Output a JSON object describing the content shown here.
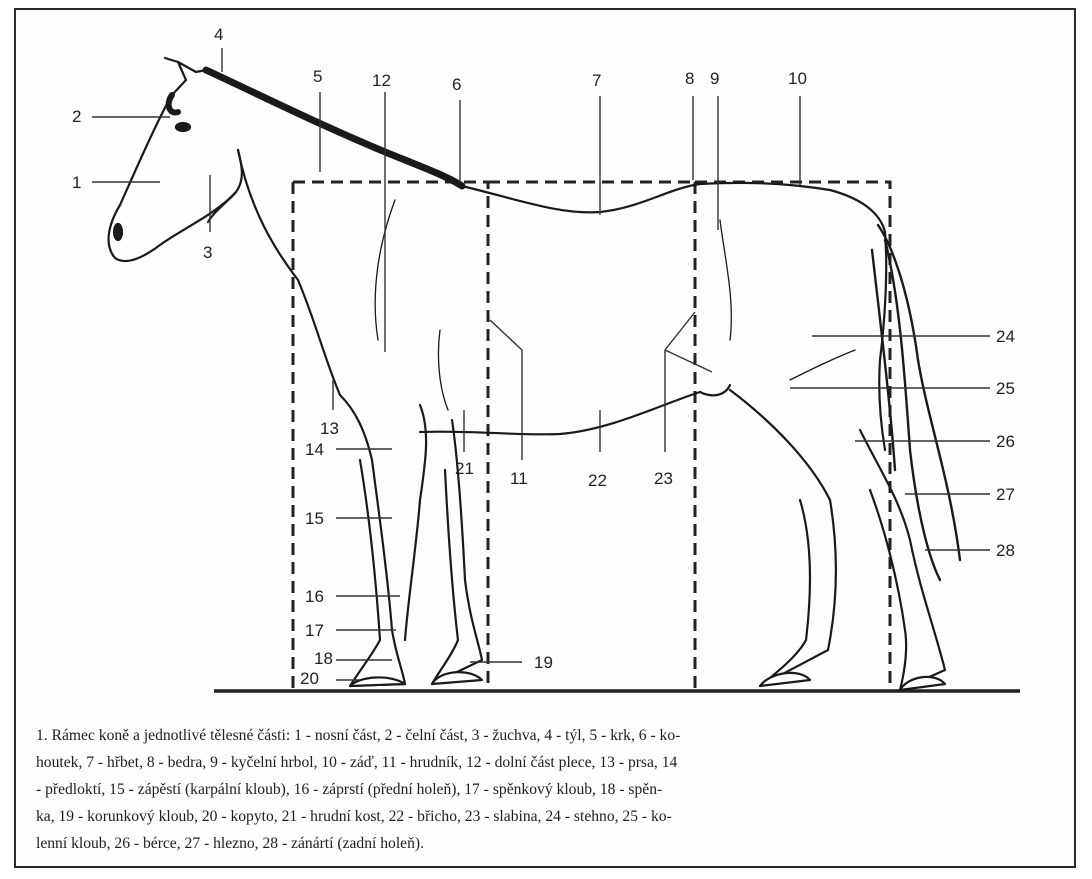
{
  "labels": {
    "n1": "1",
    "n2": "2",
    "n3": "3",
    "n4": "4",
    "n5": "5",
    "n6": "6",
    "n7": "7",
    "n8": "8",
    "n9": "9",
    "n10": "10",
    "n11": "11",
    "n12": "12",
    "n13": "13",
    "n14": "14",
    "n15": "15",
    "n16": "16",
    "n17": "17",
    "n18": "18",
    "n19": "19",
    "n20": "20",
    "n21": "21",
    "n22": "22",
    "n23": "23",
    "n24": "24",
    "n25": "25",
    "n26": "26",
    "n27": "27",
    "n28": "28"
  },
  "caption": {
    "line1": "1. Rámec koně a jednotlivé tělesné části: 1 - nosní část, 2 - čelní část, 3 - žuchva, 4 - týl, 5 - krk, 6 - ko-",
    "line2": "houtek, 7 - hřbet, 8 - bedra, 9 - kyčelní hrbol, 10 - záď, 11 - hrudník, 12 - dolní část plece, 13 - prsa, 14",
    "line3": "- předloktí, 15 - zápěstí (karpální kloub), 16 - záprstí (přední holeň), 17 - spěnkový kloub, 18 - spěn-",
    "line4": "ka, 19 - korunkový kloub, 20 - kopyto, 21 - hrudní kost, 22 - břicho, 23 - slabina, 24 - stehno, 25 - ko-",
    "line5": "lenní kloub, 26 - bérce, 27 - hlezno, 28 - zánártí (zadní holeň)."
  },
  "colors": {
    "ink": "#222222",
    "frame": "#2a2a2a",
    "paper": "#fdfdfb"
  }
}
